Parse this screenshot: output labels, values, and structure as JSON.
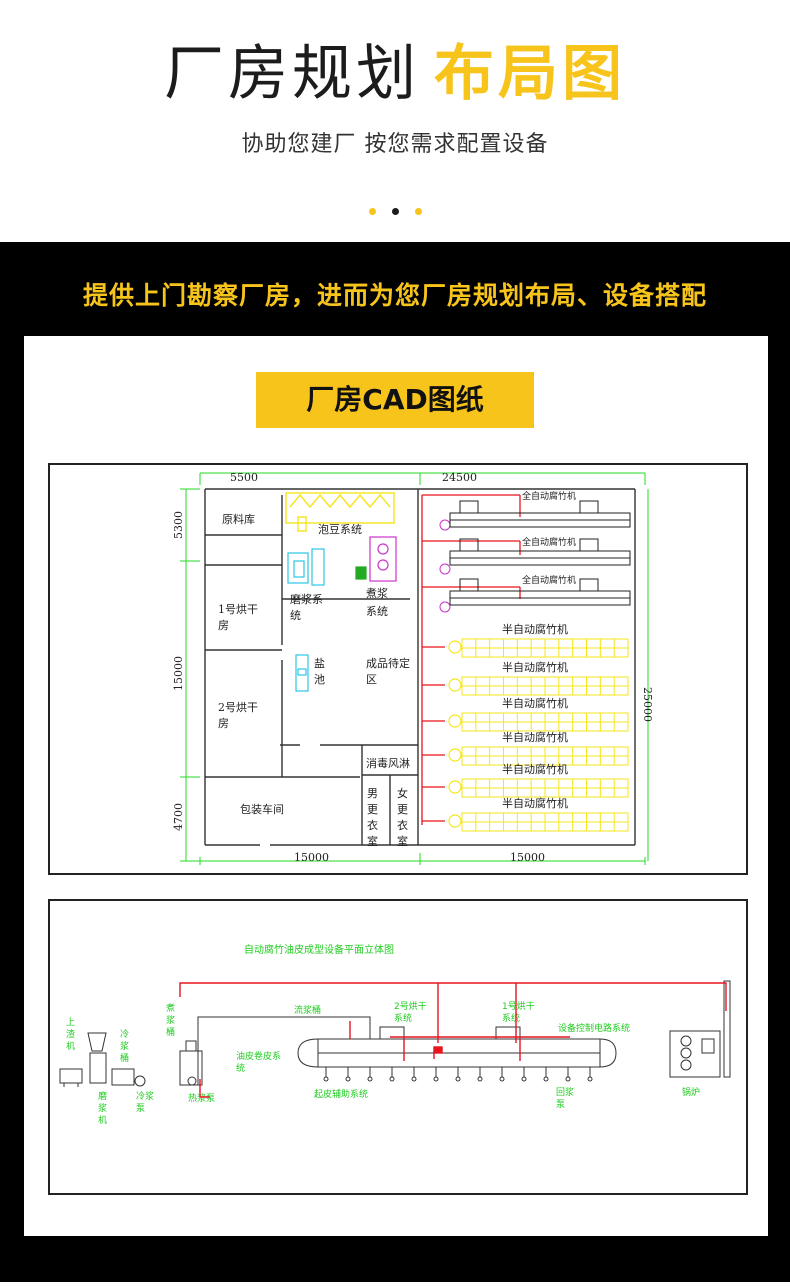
{
  "header": {
    "title_main": "厂房规划",
    "title_highlight": "布局图",
    "subtitle": "协助您建厂 按您需求配置设备"
  },
  "band": {
    "title": "提供上门勘察厂房，进而为您厂房规划布局、设备搭配",
    "label": "厂房CAD图纸"
  },
  "floor_plan": {
    "dims": {
      "top_left": "5500",
      "top_right": "24500",
      "left_top": "5300",
      "left_mid": "15000",
      "left_bottom": "4700",
      "bottom_left": "15000",
      "bottom_right": "15000",
      "right": "25000"
    },
    "rooms": {
      "raw_material": "原料库",
      "dryer1_a": "1号烘干",
      "dryer1_b": "房",
      "dryer2_a": "2号烘干",
      "dryer2_b": "房",
      "packing": "包装车间",
      "soak": "泡豆系统",
      "grind_a": "磨浆系",
      "grind_b": "统",
      "boil_a": "煮浆",
      "boil_b": "系统",
      "salt_a": "盐",
      "salt_b": "池",
      "finished_a": "成品待定",
      "finished_b": "区",
      "disinfect": "消毒风淋",
      "male": [
        "男",
        "更",
        "衣",
        "室"
      ],
      "female": [
        "女",
        "更",
        "衣",
        "室"
      ]
    },
    "full_auto_machines": [
      "全自动腐竹机",
      "全自动腐竹机",
      "全自动腐竹机"
    ],
    "semi_auto_machines": [
      "半自动腐竹机",
      "半自动腐竹机",
      "半自动腐竹机",
      "半自动腐竹机",
      "半自动腐竹机",
      "半自动腐竹机"
    ]
  },
  "elevation": {
    "title": "自动腐竹油皮成型设备平面立体图",
    "labels": {
      "slag_a": "上",
      "slag_b": "渣",
      "slag_c": "机",
      "cold_tank": [
        "冷",
        "浆",
        "桶"
      ],
      "boil_tank": [
        "煮",
        "浆",
        "桶"
      ],
      "grinder": [
        "磨",
        "浆",
        "机"
      ],
      "cold_pump_a": "冷浆",
      "cold_pump_b": "泵",
      "hot_pump": "热浆泵",
      "flow_tank": "流浆桶",
      "dryer2_a": "2号烘干",
      "dryer2_b": "系统",
      "dryer1_a": "1号烘干",
      "dryer1_b": "系统",
      "control": "设备控制电路系统",
      "roll_a": "油皮卷皮系",
      "roll_b": "统",
      "lift": "起皮辅助系统",
      "return_a": "回浆",
      "return_b": "泵",
      "boiler": "锅炉"
    }
  },
  "colors": {
    "accent": "#f7c41c",
    "dark": "#1c1c1c",
    "band": "#000000",
    "cad_green": "#22dd22",
    "cad_red": "#e8141e",
    "cad_yellow": "#f5e51a",
    "cad_cyan": "#28c8e6",
    "cad_magenta": "#cc33cc"
  }
}
